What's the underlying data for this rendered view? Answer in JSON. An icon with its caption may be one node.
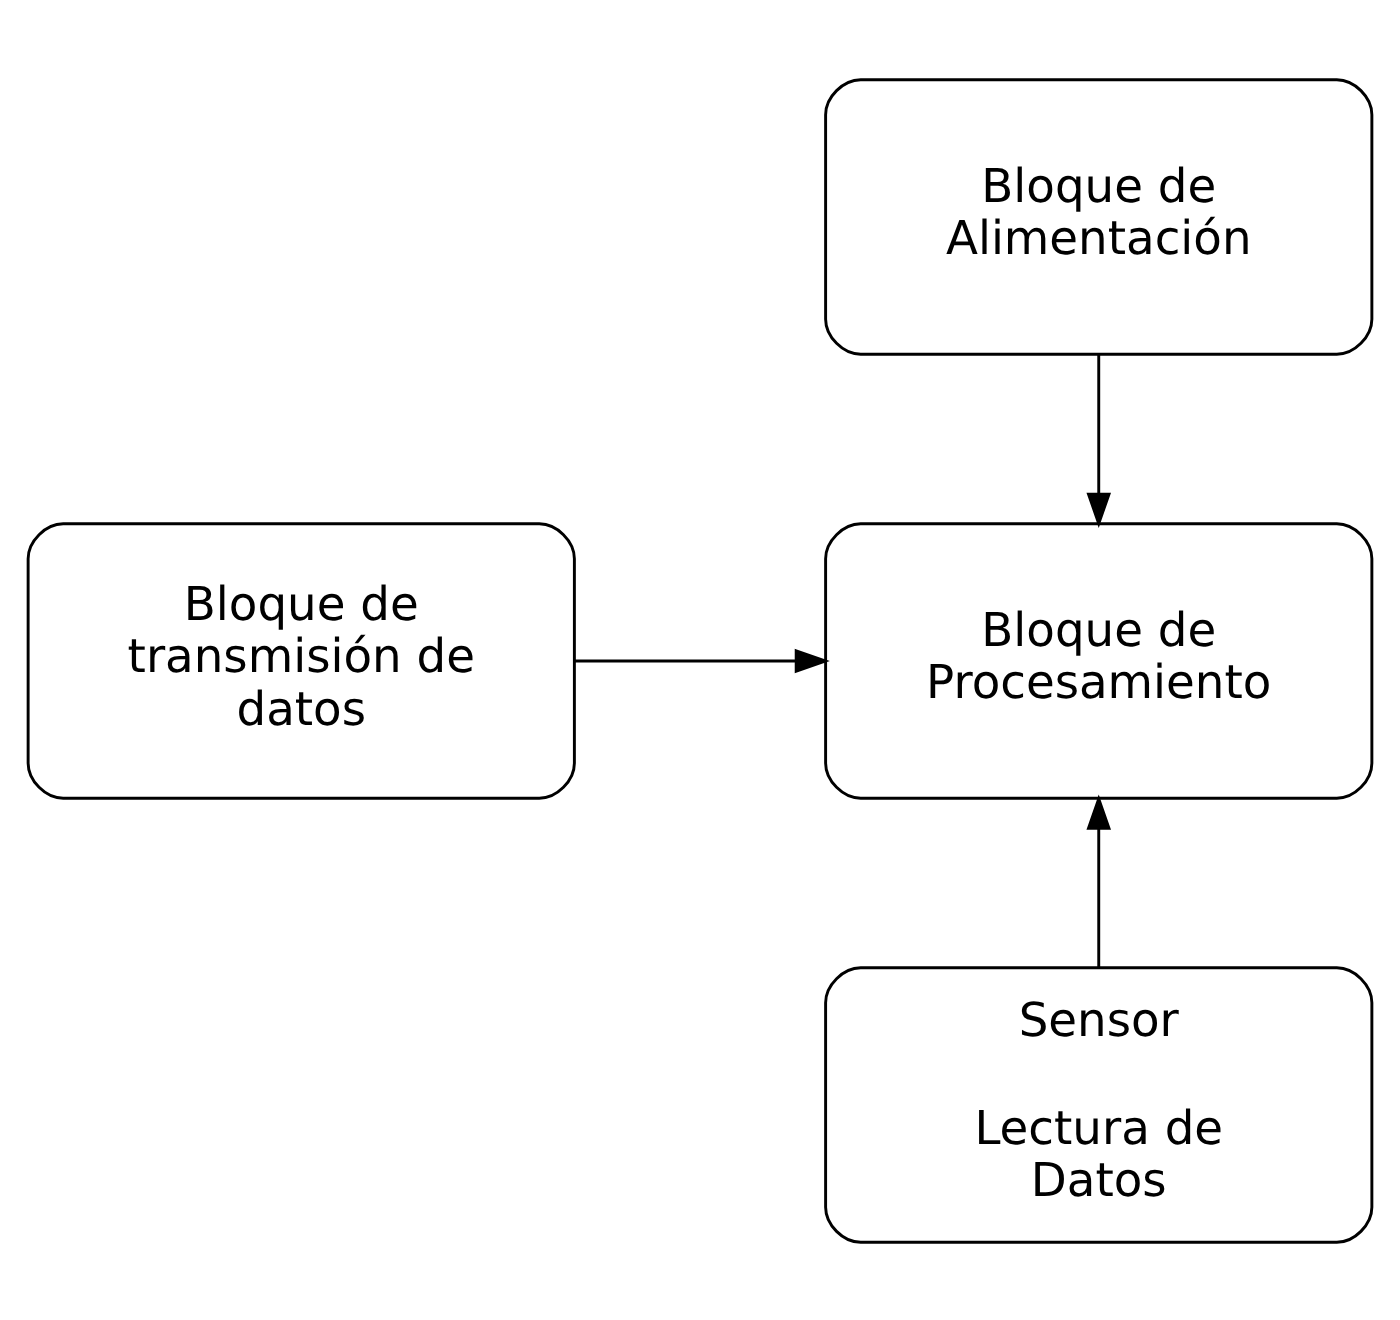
{
  "diagram": {
    "nodes": [
      {
        "text": [
          "Bloque de Alimentación"
        ]
      },
      {
        "text": [
          "Bloque de Procesamiento"
        ]
      },
      {
        "text": [
          "Bloque de transmisión de datos"
        ]
      },
      {
        "text": [
          "Sensor",
          "Lectura de Datos"
        ]
      }
    ],
    "edges": [
      {
        "from": 0,
        "to": 1,
        "arrow": "to"
      },
      {
        "from": 2,
        "to": 1,
        "arrow": "to"
      },
      {
        "from": 3,
        "to": 1,
        "arrow": "to"
      }
    ]
  }
}
